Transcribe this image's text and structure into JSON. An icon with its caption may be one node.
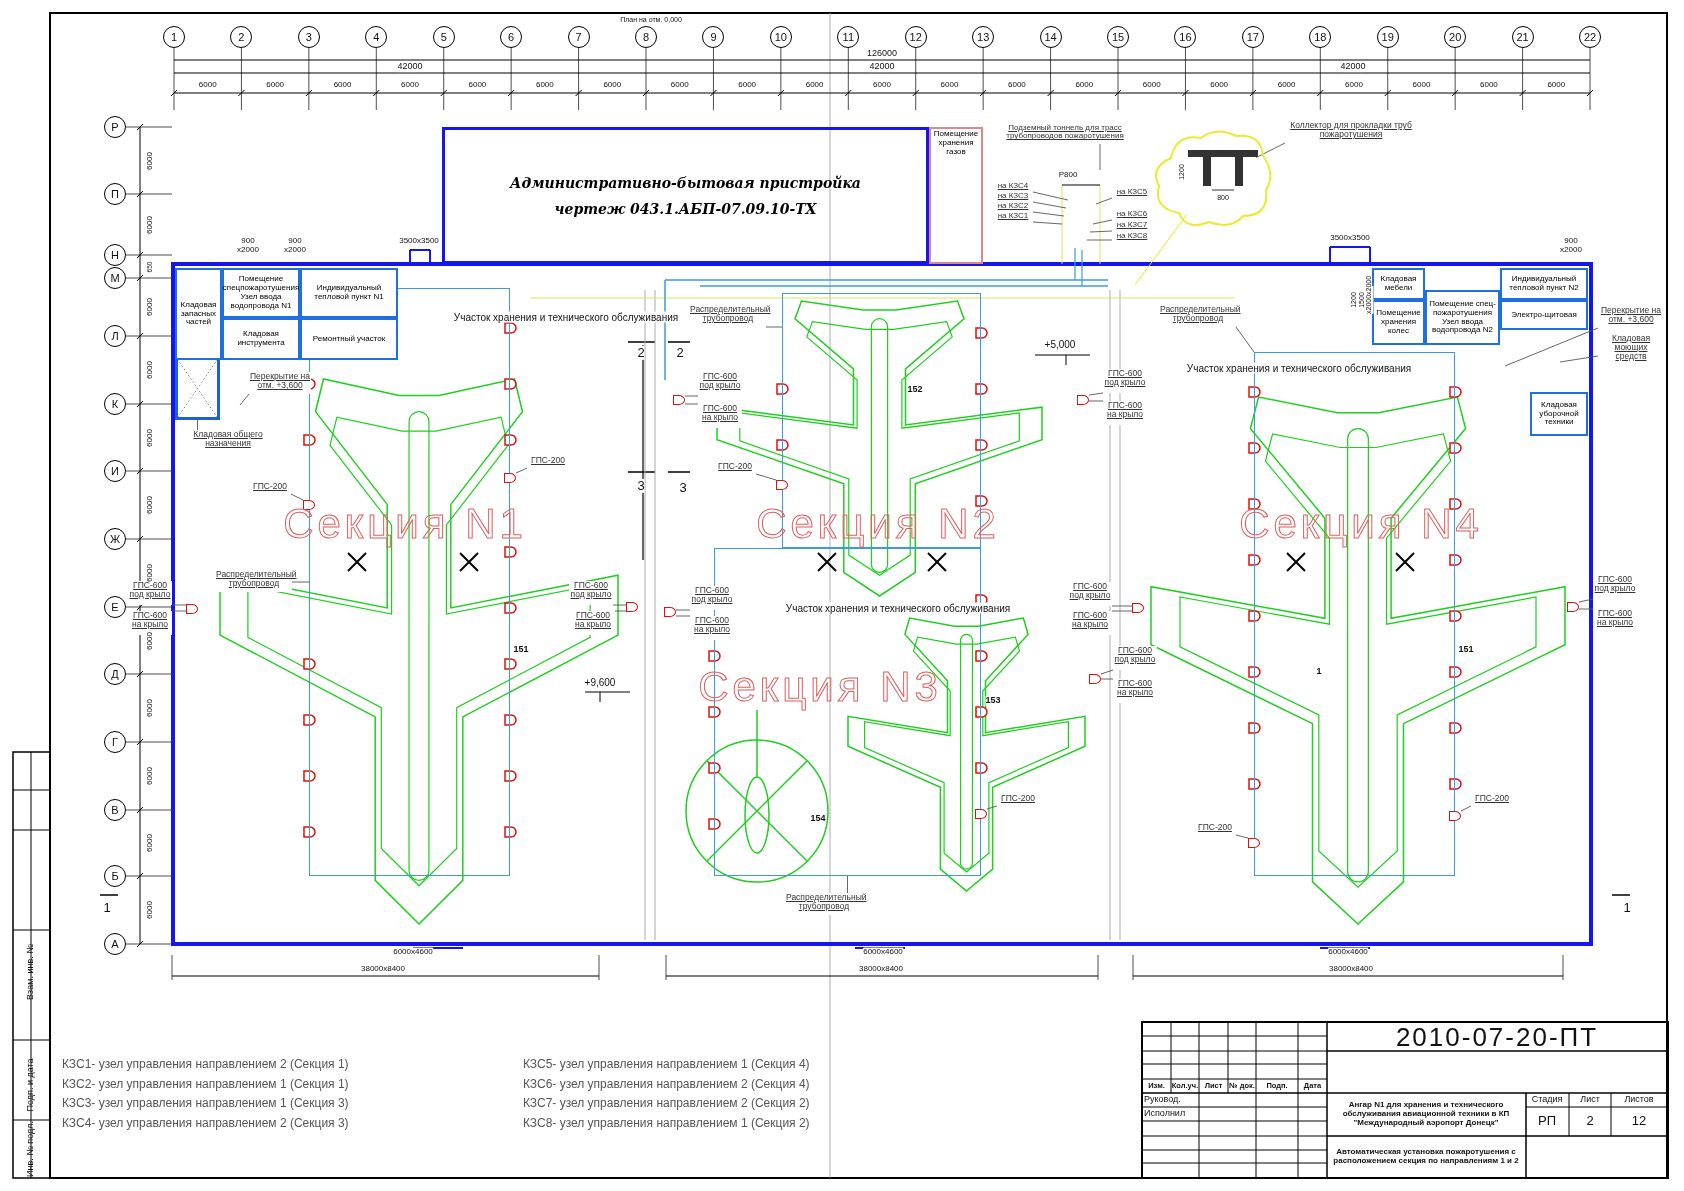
{
  "diagram": {
    "nodes": [
      {
        "text": [
          "Административно-бытовая пристройка",
          "чертеж 043.1.АБП-07.09.10-ТХ"
        ]
      },
      {
        "text": [
          "Помещение хранения газов"
        ]
      },
      {
        "text": [
          "Кладовая запасных частей"
        ]
      },
      {
        "text": [
          "Помещение спецпожаротушения Узел ввода водопровода N1"
        ]
      },
      {
        "text": [
          "Индивидуальный тепловой пункт N1"
        ]
      },
      {
        "text": [
          "Кладовая инструмента"
        ]
      },
      {
        "text": [
          "Ремонтный участок"
        ]
      },
      {
        "text": [],
        "shape": "box"
      },
      {
        "text": [
          "Кладовая общего назначения"
        ]
      },
      {
        "text": [
          "Перекрытие на отм. +3,600"
        ]
      },
      {
        "text": [
          "Кладовая мебели"
        ]
      },
      {
        "text": [
          "Помещение хранения колес"
        ]
      },
      {
        "text": [
          "Помещение спец-пожаротушения Узел ввода водопровода N2"
        ]
      },
      {
        "text": [
          "Индивидуальный тепловой пункт N2"
        ]
      },
      {
        "text": [
          "Электро-щитовая"
        ]
      },
      {
        "text": [
          "Кладовая уборочной техники"
        ]
      },
      {
        "text": [
          "Перекрытие на отм. +3,600"
        ]
      },
      {
        "text": [
          "Кладовая моющих средств"
        ]
      },
      {
        "text": [],
        "shape": "cloud"
      },
      {
        "text": [
          "Коллектор для прокладки труб пожаротушения"
        ]
      },
      {
        "text": [
          "Подземный тоннель для трасс трубопроводов пожаротушения"
        ]
      },
      {
        "text": [
          "на КЗС4"
        ]
      },
      {
        "text": [
          "на КЗС3"
        ]
      },
      {
        "text": [
          "на КЗС2"
        ]
      },
      {
        "text": [
          "на КЗС1"
        ]
      },
      {
        "text": [
          "на КЗС5"
        ]
      },
      {
        "text": [
          "на КЗС6"
        ]
      },
      {
        "text": [
          "на КЗС7"
        ]
      },
      {
        "text": [
          "на КЗС8"
        ]
      },
      {
        "text": [
          "Распределительный трубопровод"
        ]
      },
      {
        "text": [
          "Распределительный трубопровод"
        ]
      },
      {
        "text": [
          "Распределительный трубопровод"
        ]
      },
      {
        "text": [
          "Распределительный трубопровод"
        ]
      },
      {
        "text": [
          "ГПС-600 под крыло"
        ]
      },
      {
        "text": [
          "ГПС-600 на крыло"
        ]
      },
      {
        "text": [
          "ГПС-600 под крыло"
        ]
      },
      {
        "text": [
          "ГПС-600 на крыло"
        ]
      },
      {
        "text": [
          "ГПС-600 под крыло"
        ]
      },
      {
        "text": [
          "ГПС-600 на крыло"
        ]
      },
      {
        "text": [
          "ГПС-600 под крыло"
        ]
      },
      {
        "text": [
          "ГПС-600 на крыло"
        ]
      },
      {
        "text": [
          "ГПС-600 под крыло"
        ]
      },
      {
        "text": [
          "ГПС-600 на крыло"
        ]
      },
      {
        "text": [
          "ГПС-600 под крыло"
        ]
      },
      {
        "text": [
          "ГПС-600 на крыло"
        ]
      },
      {
        "text": [
          "ГПС-600 под крыло"
        ]
      },
      {
        "text": [
          "ГПС-600 на крыло"
        ]
      },
      {
        "text": [
          "ГПС-600 под крыло"
        ]
      },
      {
        "text": [
          "ГПС-600 на крыло"
        ]
      },
      {
        "text": [
          "ГПС-200"
        ]
      },
      {
        "text": [
          "ГПС-200"
        ]
      },
      {
        "text": [
          "ГПС-200"
        ]
      },
      {
        "text": [
          "ГПС-200"
        ]
      },
      {
        "text": [
          "ГПС-200"
        ]
      },
      {
        "text": [
          "ГПС-200"
        ]
      },
      {
        "text": [],
        "shape": "box"
      },
      {
        "text": [],
        "shape": "box"
      },
      {
        "text": [],
        "shape": "box"
      },
      {
        "text": [],
        "shape": "box"
      },
      {
        "text": [],
        "shape": "box"
      },
      {
        "text": [],
        "shape": "box"
      },
      {
        "text": [],
        "shape": "box"
      },
      {
        "text": [],
        "shape": "box"
      },
      {
        "text": [],
        "shape": "box"
      },
      {
        "text": [],
        "shape": "box"
      },
      {
        "text": [],
        "shape": "box"
      },
      {
        "text": [],
        "shape": "box"
      },
      {
        "text": [],
        "shape": "box"
      },
      {
        "text": [],
        "shape": "box"
      },
      {
        "text": [],
        "shape": "box"
      },
      {
        "text": [],
        "shape": "box"
      },
      {
        "text": [],
        "shape": "box"
      },
      {
        "text": [],
        "shape": "box"
      }
    ],
    "edges": [
      {
        "from": 8,
        "to": 7,
        "arrow": "none"
      },
      {
        "from": 9,
        "to": null,
        "arrow": "none"
      },
      {
        "from": 16,
        "to": null,
        "arrow": "none"
      },
      {
        "from": 17,
        "to": null,
        "arrow": "none"
      },
      {
        "from": 19,
        "to": 18,
        "arrow": "none"
      },
      {
        "from": 18,
        "to": null,
        "arrow": "none",
        "color": "#e6e600"
      },
      {
        "from": 20,
        "to": null,
        "arrow": "none"
      },
      {
        "from": 21,
        "to": null,
        "arrow": "none"
      },
      {
        "from": 22,
        "to": null,
        "arrow": "none"
      },
      {
        "from": 23,
        "to": null,
        "arrow": "none"
      },
      {
        "from": 24,
        "to": null,
        "arrow": "none"
      },
      {
        "from": 25,
        "to": null,
        "arrow": "none"
      },
      {
        "from": 26,
        "to": null,
        "arrow": "none"
      },
      {
        "from": 27,
        "to": null,
        "arrow": "none"
      },
      {
        "from": 28,
        "to": null,
        "arrow": "none"
      },
      {
        "from": 29,
        "to": 69,
        "arrow": "none"
      },
      {
        "from": 30,
        "to": 70,
        "arrow": "none"
      },
      {
        "from": 31,
        "to": 71,
        "arrow": "none"
      },
      {
        "from": 32,
        "to": 72,
        "arrow": "none"
      },
      {
        "from": 33,
        "to": 55,
        "arrow": "none"
      },
      {
        "from": 34,
        "to": 55,
        "arrow": "none"
      },
      {
        "from": 35,
        "to": 56,
        "arrow": "none"
      },
      {
        "from": 36,
        "to": 56,
        "arrow": "none"
      },
      {
        "from": 37,
        "to": 57,
        "arrow": "none"
      },
      {
        "from": 38,
        "to": 57,
        "arrow": "none"
      },
      {
        "from": 39,
        "to": 58,
        "arrow": "none"
      },
      {
        "from": 40,
        "to": 58,
        "arrow": "none"
      },
      {
        "from": 41,
        "to": 59,
        "arrow": "none"
      },
      {
        "from": 42,
        "to": 59,
        "arrow": "none"
      },
      {
        "from": 43,
        "to": 60,
        "arrow": "none"
      },
      {
        "from": 44,
        "to": 60,
        "arrow": "none"
      },
      {
        "from": 45,
        "to": 61,
        "arrow": "none"
      },
      {
        "from": 46,
        "to": 61,
        "arrow": "none"
      },
      {
        "from": 47,
        "to": 62,
        "arrow": "none"
      },
      {
        "from": 48,
        "to": 62,
        "arrow": "none"
      },
      {
        "from": 49,
        "to": 63,
        "arrow": "none"
      },
      {
        "from": 50,
        "to": 64,
        "arrow": "none"
      },
      {
        "from": 51,
        "to": 65,
        "arrow": "none"
      },
      {
        "from": 52,
        "to": 66,
        "arrow": "none"
      },
      {
        "from": 53,
        "to": 67,
        "arrow": "none"
      },
      {
        "from": 54,
        "to": 68,
        "arrow": "none"
      }
    ],
    "labels": [
      "План на отм. 0,000",
      "1",
      "2",
      "3",
      "4",
      "5",
      "6",
      "7",
      "8",
      "9",
      "10",
      "11",
      "12",
      "13",
      "14",
      "15",
      "16",
      "17",
      "18",
      "19",
      "20",
      "21",
      "22",
      "126000",
      "42000",
      "42000",
      "42000",
      "6000",
      "6000",
      "6000",
      "6000",
      "6000",
      "6000",
      "6000",
      "6000",
      "6000",
      "6000",
      "6000",
      "6000",
      "6000",
      "6000",
      "6000",
      "6000",
      "6000",
      "6000",
      "6000",
      "6000",
      "6000",
      "Р",
      "П",
      "Н",
      "М",
      "Л",
      "К",
      "И",
      "Ж",
      "Е",
      "Д",
      "Г",
      "В",
      "Б",
      "А",
      "6000",
      "6000",
      "650",
      "6000",
      "6000",
      "6000",
      "6000",
      "6000",
      "6000",
      "6000",
      "6000",
      "6000",
      "6000",
      "900 x2000",
      "900 x2000",
      "3500x3500",
      "3500x3500",
      "900 x2000",
      "1200 1500 x2000x2000",
      "Р800",
      "1200",
      "800",
      "Участок хранения и технического обслуживания",
      "Участок хранения и технического обслуживания",
      "Участок хранения и технического обслуживания",
      "Секция N1",
      "Секция N2",
      "Секция N3",
      "Секция N4",
      "+5,000",
      "+9,600",
      "1",
      "1",
      "2",
      "2",
      "3",
      "3",
      "152",
      "151",
      "153",
      "154",
      "151",
      "1",
      "6000x4600",
      "6000x4600",
      "6000x4600",
      "38000x8400",
      "38000x8400",
      "38000x8400",
      "КЗС1- узел управления направлением 2 (Секция 1)",
      "КЗС2- узел управления направлением 1 (Секция 1)",
      "КЗС3- узел управления направлением 1 (Секция 3)",
      "КЗС4- узел управления направлением 2 (Секция 3)",
      "КЗС5- узел управления направлением 1 (Секция 4)",
      "КЗС6- узел управления направлением 2 (Секция 4)",
      "КЗС7- узел управления направлением 2 (Секция 2)",
      "КЗС8- узел управления направлением 1 (Секция 2)",
      "2010-07-20-ПТ",
      "Изм.",
      "Кол.уч.",
      "Лист",
      "№ док.",
      "Подп.",
      "Дата",
      "Руковод.",
      "Исполнил",
      "Ангар N1 для хранения и технического обслуживания авиационной техники в КП \"Международный аэропорт Донецк\"",
      "Стадия",
      "Лист",
      "Листов",
      "РП",
      "2",
      "12",
      "Автоматическая установка пожаротушения с расположением секция по направлениям 1 и 2",
      "Взам. инв. №",
      "Подп. и дата",
      "Инв. № подл."
    ]
  }
}
